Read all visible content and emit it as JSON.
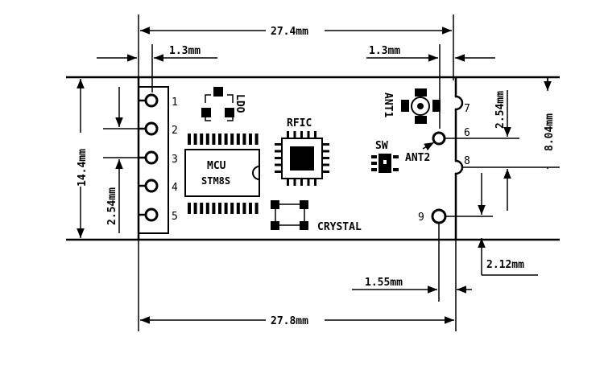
{
  "dimensions": {
    "total_width_top": "27.4mm",
    "pitch_left_top": "1.3mm",
    "pitch_right_top": "1.3mm",
    "height": "14.4mm",
    "pin_pitch_left": "2.54mm",
    "pin_pitch_right": "2.54mm",
    "right_height": "8.04mm",
    "pin9_offset": "1.55mm",
    "pin9_bottom": "2.12mm",
    "total_width_bottom": "27.8mm"
  },
  "pins_left": [
    "1",
    "2",
    "3",
    "4",
    "5"
  ],
  "pins_right": {
    "p7": "7",
    "p6": "6",
    "p8": "8",
    "p9": "9"
  },
  "components": {
    "ldo": "LDO",
    "rfic": "RFIC",
    "mcu": "MCU",
    "mcu_part": "STM8S",
    "crystal": "CRYSTAL",
    "sw": "SW",
    "ant1": "ANT1",
    "ant2": "ANT2"
  }
}
